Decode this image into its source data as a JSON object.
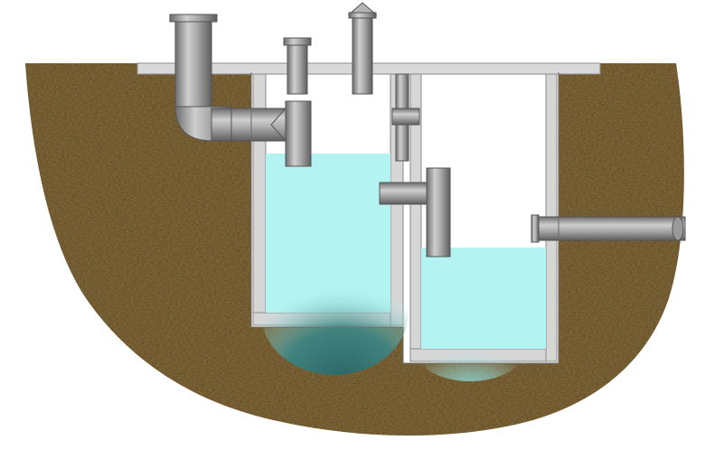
{
  "diagram": {
    "kind": "two-chamber septic tank cross-section",
    "labels": [],
    "colors": {
      "soil": "#5b4119",
      "soil_texture": "#7a5a2a",
      "slab": "#d9d9d9",
      "wall": "#d6d6d6",
      "wall_edge": "#8a8a8a",
      "water": "#b3f3f1",
      "sludge": "#2f6b6a",
      "pipe_light": "#c8c8c8",
      "pipe_dark": "#6d6d6d",
      "background": "#ffffff"
    },
    "components": [
      "soil-mass",
      "cover-slab",
      "chamber-1",
      "chamber-2",
      "inlet-pipe",
      "vent-pipe",
      "vent-cap",
      "inspection-riser",
      "overflow-tee",
      "outlet-pipe"
    ]
  }
}
